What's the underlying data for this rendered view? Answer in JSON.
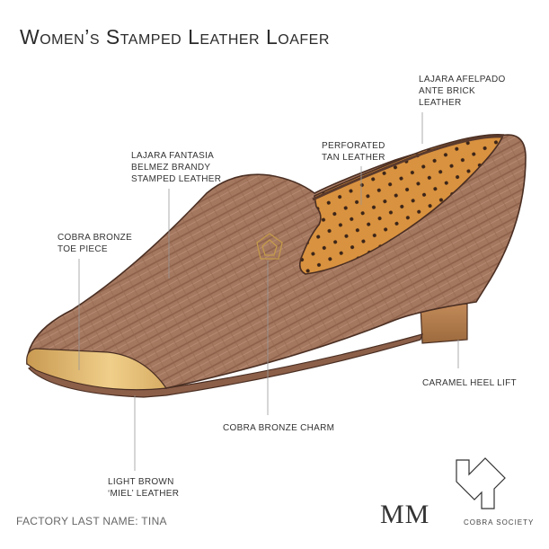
{
  "title": "Women’s Stamped Leather Loafer",
  "labels": {
    "lajara_afelpado": "LAJARA AFELPADO\nANTE BRICK\nLEATHER",
    "perforated": "PERFORATED\nTAN LEATHER",
    "lajara_fantasia": "LAJARA FANTASIA\nBELMEZ BRANDY\nSTAMPED LEATHER",
    "toe_piece": "COBRA BRONZE\nTOE PIECE",
    "heel_lift": "CARAMEL HEEL LIFT",
    "charm": "COBRA BRONZE CHARM",
    "sole": "LIGHT BROWN\n‘MIEL’ LEATHER"
  },
  "footer": {
    "factory_last": "FACTORY LAST NAME: TINA",
    "monogram": "MM",
    "brand": "COBRA SOCIETY"
  },
  "colors": {
    "upper": "#a4775f",
    "upper_dark": "#8c5f49",
    "lining": "#d9923f",
    "perforation": "#3a2418",
    "heel": "#b07a4a",
    "toe": "#d9b06a",
    "outline": "#4a2e22"
  }
}
